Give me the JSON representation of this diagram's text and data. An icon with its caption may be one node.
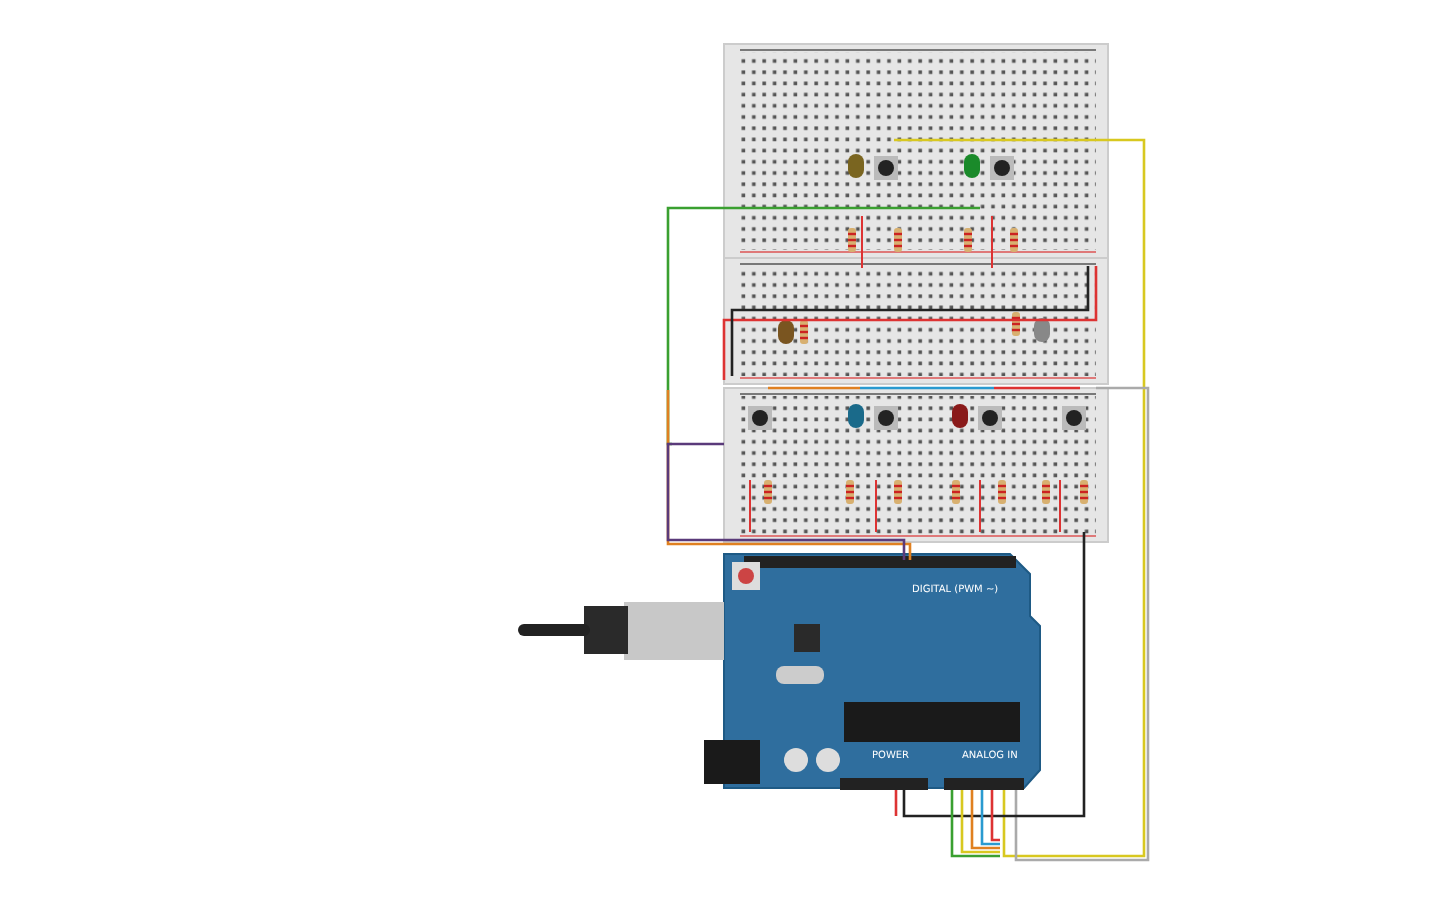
{
  "diagram": {
    "labels": [
      "DIGITAL (PWM ~)",
      "POWER",
      "ANALOG IN"
    ]
  }
}
